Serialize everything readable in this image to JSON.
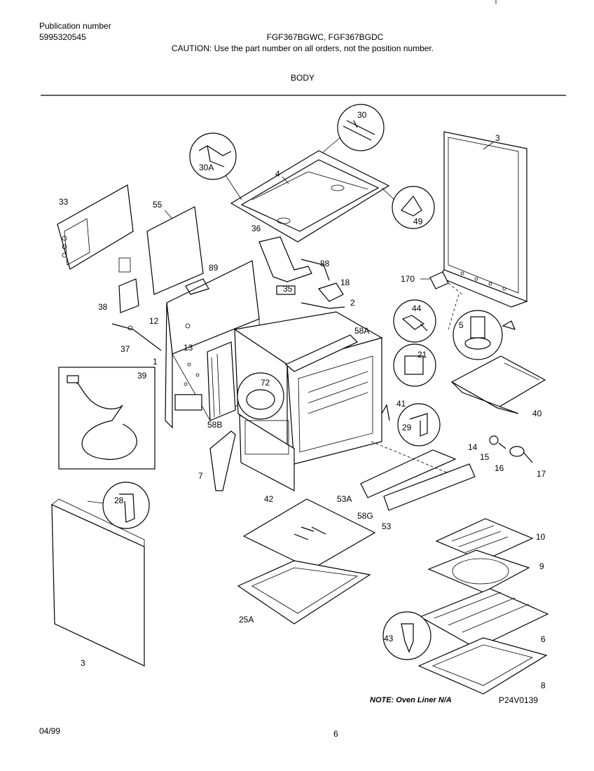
{
  "header": {
    "publication_label": "Publication number",
    "publication_number": "5995320545",
    "models": "FGF367BGWC, FGF367BGDC",
    "caution": "CAUTION:  Use the part number on all orders, not the position number.",
    "section_title": "BODY"
  },
  "callouts": [
    "30",
    "30A",
    "4",
    "49",
    "3",
    "33",
    "55",
    "36",
    "89",
    "88",
    "18",
    "35",
    "2",
    "170",
    "38",
    "12",
    "44",
    "5",
    "58A",
    "37",
    "13",
    "1",
    "21",
    "39",
    "72",
    "40",
    "41",
    "58B",
    "29",
    "14",
    "15",
    "16",
    "17",
    "7",
    "53A",
    "53",
    "58G",
    "42",
    "28",
    "10",
    "9",
    "25A",
    "43",
    "6",
    "3",
    "8"
  ],
  "note": "NOTE: Oven Liner N/A",
  "diagram_id": "P24V0139",
  "footer": {
    "date": "04/99",
    "page": "6"
  }
}
